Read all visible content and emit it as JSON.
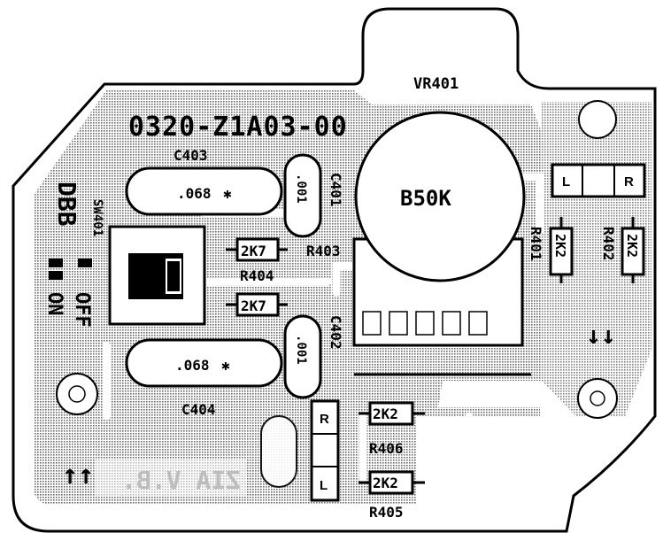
{
  "board": {
    "part_number": "0320-Z1A03-00",
    "silkscreen_mirror": "ZIA V.B.",
    "arrow_glyph": "↑↑",
    "arrow_right_glyph": "↓↓"
  },
  "switch": {
    "ref": "SW401",
    "title": "DBB",
    "off_label": "OFF",
    "on_label": "ON"
  },
  "capacitors": {
    "c403": {
      "ref": "C403",
      "value": ".068"
    },
    "c404": {
      "ref": "C404",
      "value": ".068"
    },
    "c401": {
      "ref": "C401",
      "value": ".001"
    },
    "c402": {
      "ref": "C402",
      "value": ".001"
    }
  },
  "resistors": {
    "r403": {
      "ref": "R403",
      "value": "2K7"
    },
    "r404": {
      "ref": "R404",
      "value": "2K7"
    },
    "r401": {
      "ref": "R401",
      "value": "2K2"
    },
    "r402": {
      "ref": "R402",
      "value": "2K2"
    },
    "r405": {
      "ref": "R405",
      "value": "2K2"
    },
    "r406": {
      "ref": "R406",
      "value": "2K2"
    }
  },
  "pot": {
    "ref": "VR401",
    "value": "B50K"
  },
  "connector_top": {
    "left": "L",
    "right": "R"
  },
  "connector_bottom": {
    "top": "R",
    "bottom": "L"
  },
  "colors": {
    "ink": "#000000",
    "copper": "#c8c8c8",
    "paper": "#ffffff"
  }
}
